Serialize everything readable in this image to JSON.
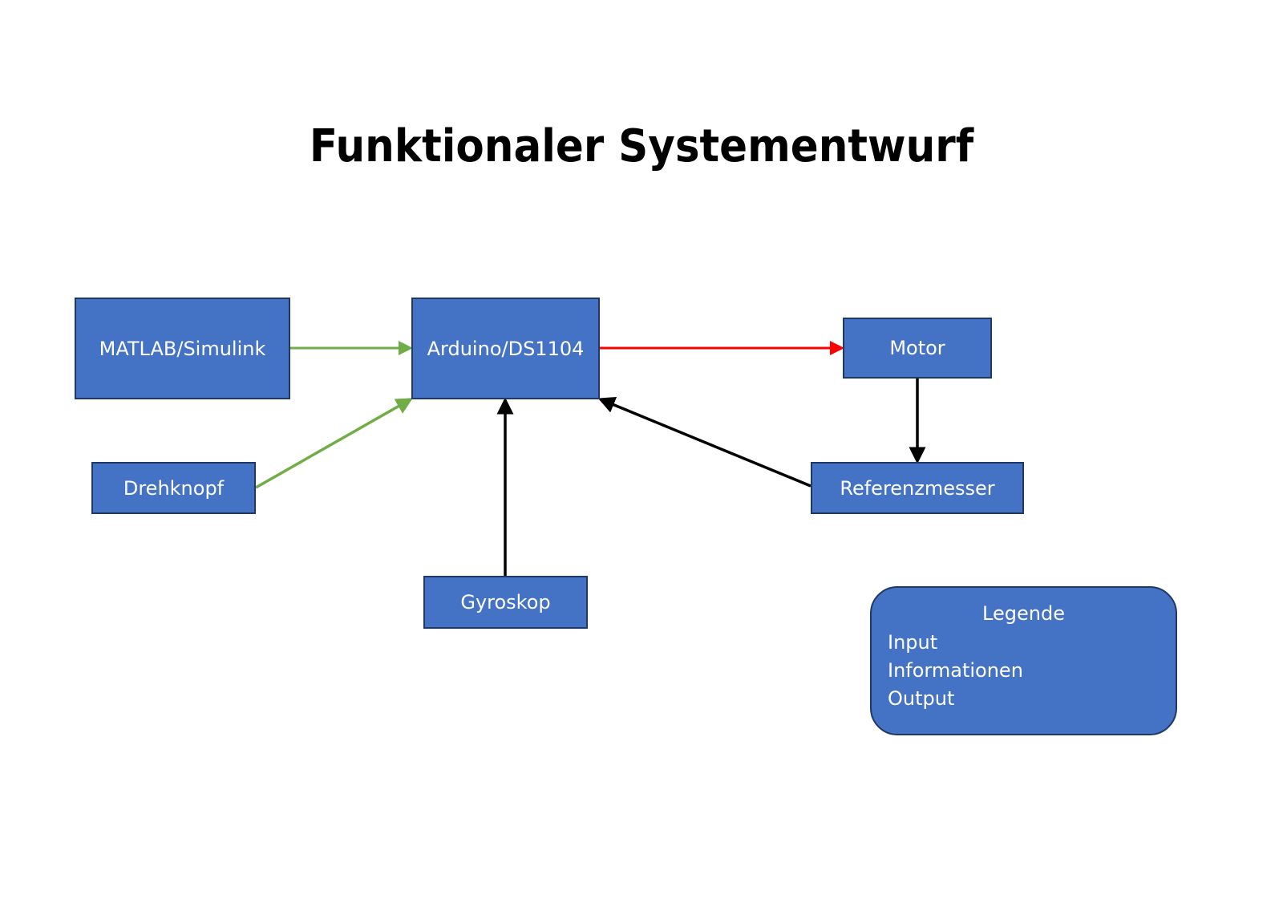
{
  "title": "Funktionaler Systementwurf",
  "colors": {
    "box_fill": "#4472c4",
    "box_border": "#1f3864",
    "box_text": "#ffffff",
    "input": "#70ad47",
    "information": "#000000",
    "output": "#ff0000"
  },
  "nodes": {
    "matlab": "MATLAB/Simulink",
    "arduino": "Arduino/DS1104",
    "motor": "Motor",
    "drehknopf": "Drehknopf",
    "referenzmesser": "Referenzmesser",
    "gyroskop": "Gyroskop"
  },
  "edges": [
    {
      "from": "MATLAB/Simulink",
      "to": "Arduino/DS1104",
      "type": "input"
    },
    {
      "from": "Drehknopf",
      "to": "Arduino/DS1104",
      "type": "input"
    },
    {
      "from": "Arduino/DS1104",
      "to": "Motor",
      "type": "output"
    },
    {
      "from": "Motor",
      "to": "Referenzmesser",
      "type": "information"
    },
    {
      "from": "Referenzmesser",
      "to": "Arduino/DS1104",
      "type": "information"
    },
    {
      "from": "Gyroskop",
      "to": "Arduino/DS1104",
      "type": "information"
    }
  ],
  "legend": {
    "title": "Legende",
    "items": [
      {
        "label": "Input",
        "type": "input"
      },
      {
        "label": "Informationen",
        "type": "information"
      },
      {
        "label": "Output",
        "type": "output"
      }
    ]
  }
}
